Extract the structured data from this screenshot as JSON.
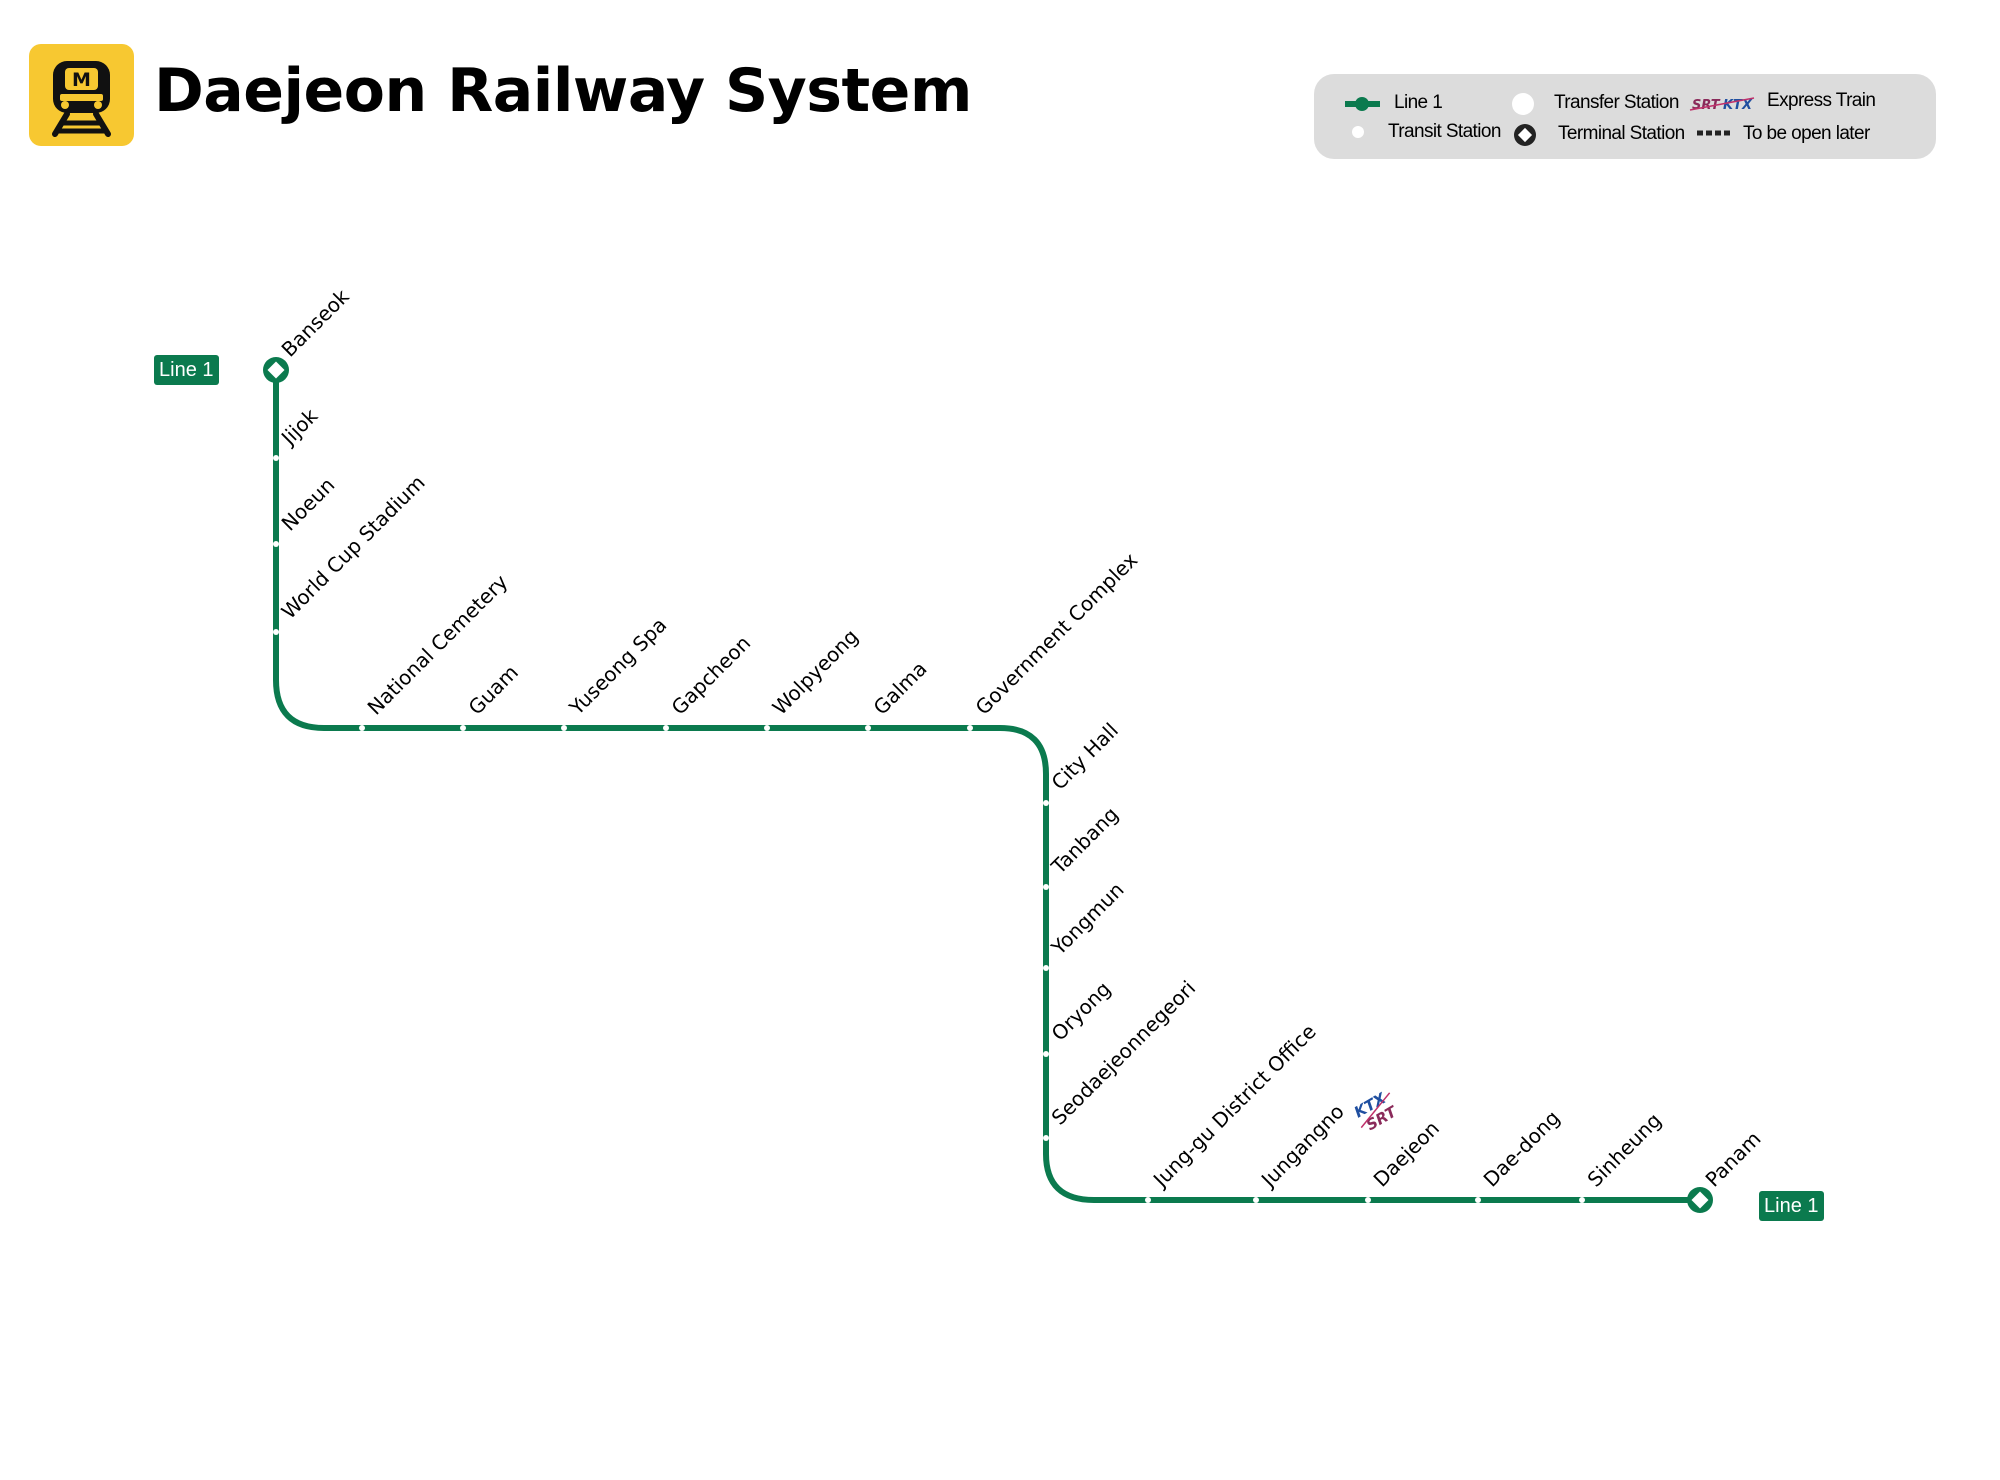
{
  "header": {
    "title": "Daejeon Railway System",
    "logo_letter": "M",
    "logo_color": "#f7c831"
  },
  "legend": {
    "line1": "Line 1",
    "transit_station": "Transit Station",
    "transfer_station": "Transfer Station",
    "terminal_station": "Terminal Station",
    "express_train": "Express Train",
    "to_be_open_later": "To be open later",
    "express_logo_srt": "SRT",
    "express_logo_ktx": "KTX"
  },
  "line": {
    "name": "Line 1",
    "color": "#0b7a4e",
    "badge_start": "Line 1",
    "badge_end": "Line 1"
  },
  "stations": [
    {
      "name": "Banseok",
      "type": "terminal"
    },
    {
      "name": "Jijok",
      "type": "transit"
    },
    {
      "name": "Noeun",
      "type": "transit"
    },
    {
      "name": "World Cup Stadium",
      "type": "transit"
    },
    {
      "name": "National Cemetery",
      "type": "transit"
    },
    {
      "name": "Guam",
      "type": "transit"
    },
    {
      "name": "Yuseong Spa",
      "type": "transit"
    },
    {
      "name": "Gapcheon",
      "type": "transit"
    },
    {
      "name": "Wolpyeong",
      "type": "transit"
    },
    {
      "name": "Galma",
      "type": "transit"
    },
    {
      "name": "Government Complex",
      "type": "transit"
    },
    {
      "name": "City Hall",
      "type": "transit"
    },
    {
      "name": "Tanbang",
      "type": "transit"
    },
    {
      "name": "Yongmun",
      "type": "transit"
    },
    {
      "name": "Oryong",
      "type": "transit"
    },
    {
      "name": "Seodaejeonnegeori",
      "type": "transit"
    },
    {
      "name": "Jung-gu District Office",
      "type": "transit"
    },
    {
      "name": "Jungangno",
      "type": "transit"
    },
    {
      "name": "Daejeon",
      "type": "transit",
      "express": [
        "KTX",
        "SRT"
      ]
    },
    {
      "name": "Dae-dong",
      "type": "transit"
    },
    {
      "name": "Sinheung",
      "type": "transit"
    },
    {
      "name": "Panam",
      "type": "terminal"
    }
  ]
}
